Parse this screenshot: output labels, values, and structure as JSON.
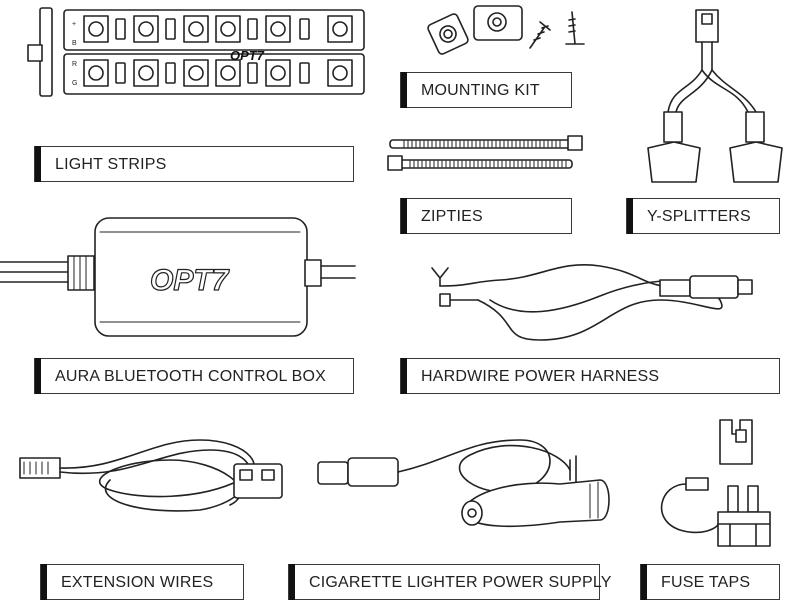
{
  "brand": {
    "strip_logo": "OPT7",
    "box_logo": "OPT7"
  },
  "strip_pins": [
    "+",
    "B",
    "R",
    "G"
  ],
  "labels": {
    "light_strips": "LIGHT STRIPS",
    "mounting_kit": "MOUNTING KIT",
    "zipties": "ZIPTIES",
    "y_splitters": "Y-SPLITTERS",
    "control_box": "AURA BLUETOOTH CONTROL BOX",
    "power_harness": "HARDWIRE POWER HARNESS",
    "extension_wires": "EXTENSION WIRES",
    "cig_supply": "CIGARETTE LIGHTER POWER SUPPLY",
    "fuse_taps": "FUSE TAPS"
  }
}
